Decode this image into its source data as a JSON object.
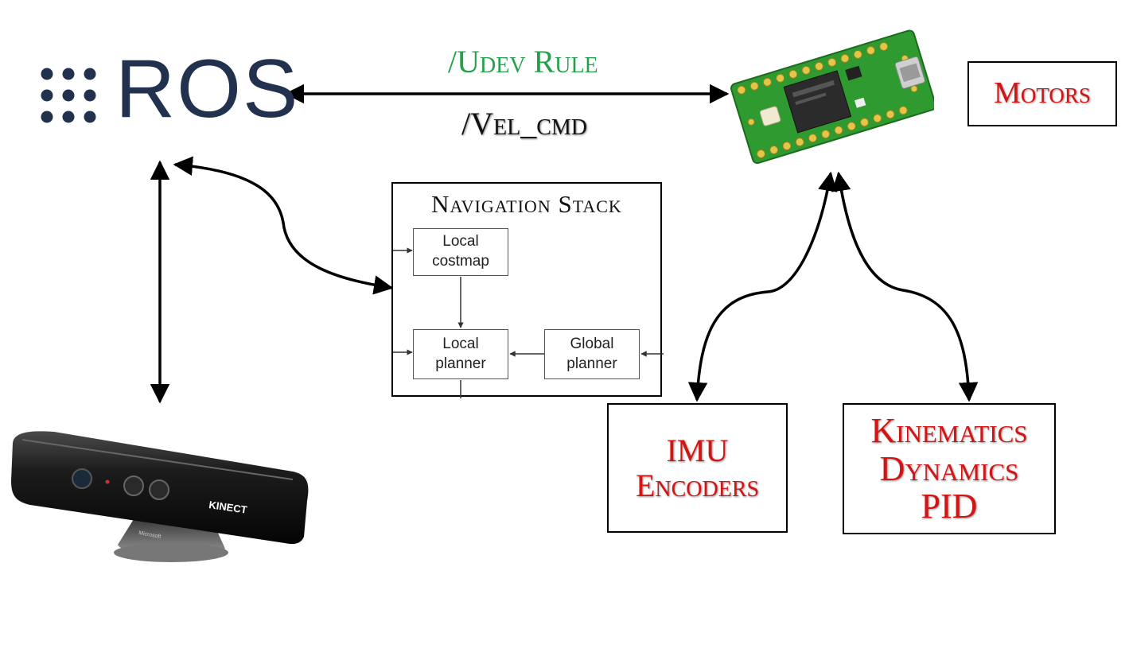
{
  "ros_logo": {
    "wordmark": "ROS"
  },
  "link_labels": {
    "udev_rule": "/Udev Rule",
    "vel_cmd": "/Vel_cmd"
  },
  "motors": {
    "label": "Motors"
  },
  "navigation_stack": {
    "title": "Navigation Stack",
    "local_costmap": [
      "Local",
      "costmap"
    ],
    "local_planner": [
      "Local",
      "planner"
    ],
    "global_planner": [
      "Global",
      "planner"
    ]
  },
  "sensors": {
    "line1": "IMU",
    "line2": "Encoders"
  },
  "control": {
    "line1": "Kinematics",
    "line2": "Dynamics",
    "line3": "PID"
  },
  "kinect": {
    "brand": "KINECT",
    "maker": "Microsoft"
  },
  "colors": {
    "udev": "#22a14a",
    "red_text": "#d11414",
    "ros_navy": "#22314e",
    "board_green": "#2f9a2f"
  }
}
